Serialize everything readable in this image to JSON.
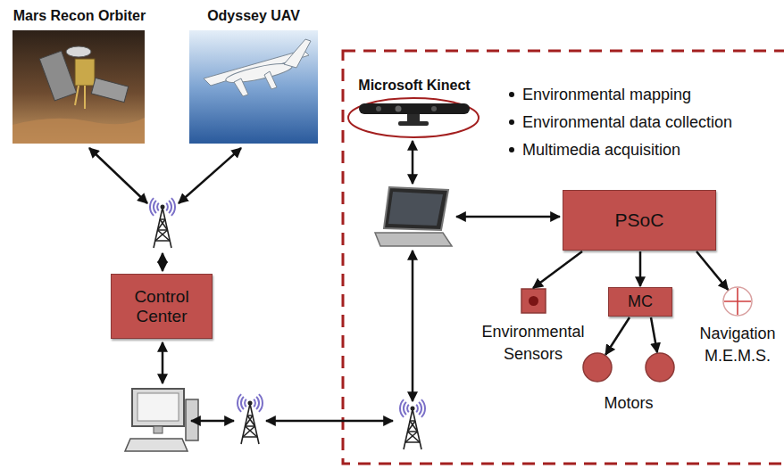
{
  "diagram": {
    "nodes": [
      {
        "text": [
          "Mars Recon Orbiter"
        ]
      },
      {
        "text": [
          "Odyssey UAV"
        ]
      },
      {
        "text": [
          "Microsoft Kinect"
        ]
      },
      {
        "text": [
          "PSoC"
        ]
      },
      {
        "text": [
          "Control Center"
        ]
      },
      {
        "text": [
          "Environmental Sensors"
        ]
      },
      {
        "text": [
          "MC"
        ]
      },
      {
        "text": [
          "Navigation M.E.M.S."
        ]
      },
      {
        "text": [
          "Motors"
        ]
      }
    ],
    "edges": [
      {
        "from": 3,
        "to": 5,
        "arrow": "to"
      },
      {
        "from": 3,
        "to": 6,
        "arrow": "to"
      },
      {
        "from": 3,
        "to": 7,
        "arrow": "to"
      },
      {
        "from": 6,
        "to": 8,
        "arrow": "to"
      }
    ],
    "labels": [
      "Environmental mapping",
      "Environmental data collection",
      "Multimedia acquisition"
    ]
  }
}
